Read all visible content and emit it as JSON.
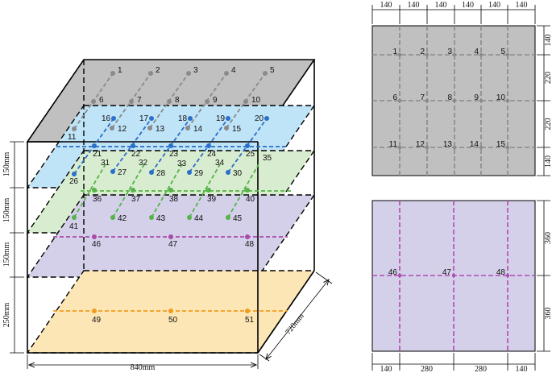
{
  "iso": {
    "dims": {
      "height_250": "250mm",
      "height_150": "150mm",
      "width": "840mm",
      "depth": "720mm"
    },
    "colors": {
      "gray": "#c0c0c0",
      "blue": "#bfe3f7",
      "green": "#d8ecd0",
      "purple": "#d4d0ea",
      "orange": "#fde6b6"
    },
    "point_labels": [
      "1",
      "2",
      "3",
      "4",
      "5",
      "6",
      "7",
      "8",
      "9",
      "10",
      "11",
      "12",
      "13",
      "14",
      "15",
      "16",
      "17",
      "18",
      "19",
      "20",
      "21",
      "22",
      "23",
      "24",
      "25",
      "26",
      "27",
      "28",
      "29",
      "30",
      "31",
      "32",
      "33",
      "34",
      "35",
      "36",
      "37",
      "38",
      "39",
      "40",
      "41",
      "42",
      "43",
      "44",
      "45",
      "46",
      "47",
      "48",
      "49",
      "50",
      "51"
    ]
  },
  "top_view": {
    "color": "#c0c0c0",
    "top_dims": [
      "140",
      "140",
      "140",
      "140",
      "140",
      "140"
    ],
    "right_dims": [
      "140",
      "220",
      "220",
      "140"
    ],
    "labels": [
      "1",
      "2",
      "3",
      "4",
      "5",
      "6",
      "7",
      "8",
      "9",
      "10",
      "11",
      "12",
      "13",
      "14",
      "15"
    ]
  },
  "bottom_view": {
    "color": "#d4d0ea",
    "bottom_dims": [
      "140",
      "280",
      "280",
      "140"
    ],
    "right_dims": [
      "360",
      "360"
    ],
    "labels": [
      "46",
      "47",
      "48"
    ]
  }
}
